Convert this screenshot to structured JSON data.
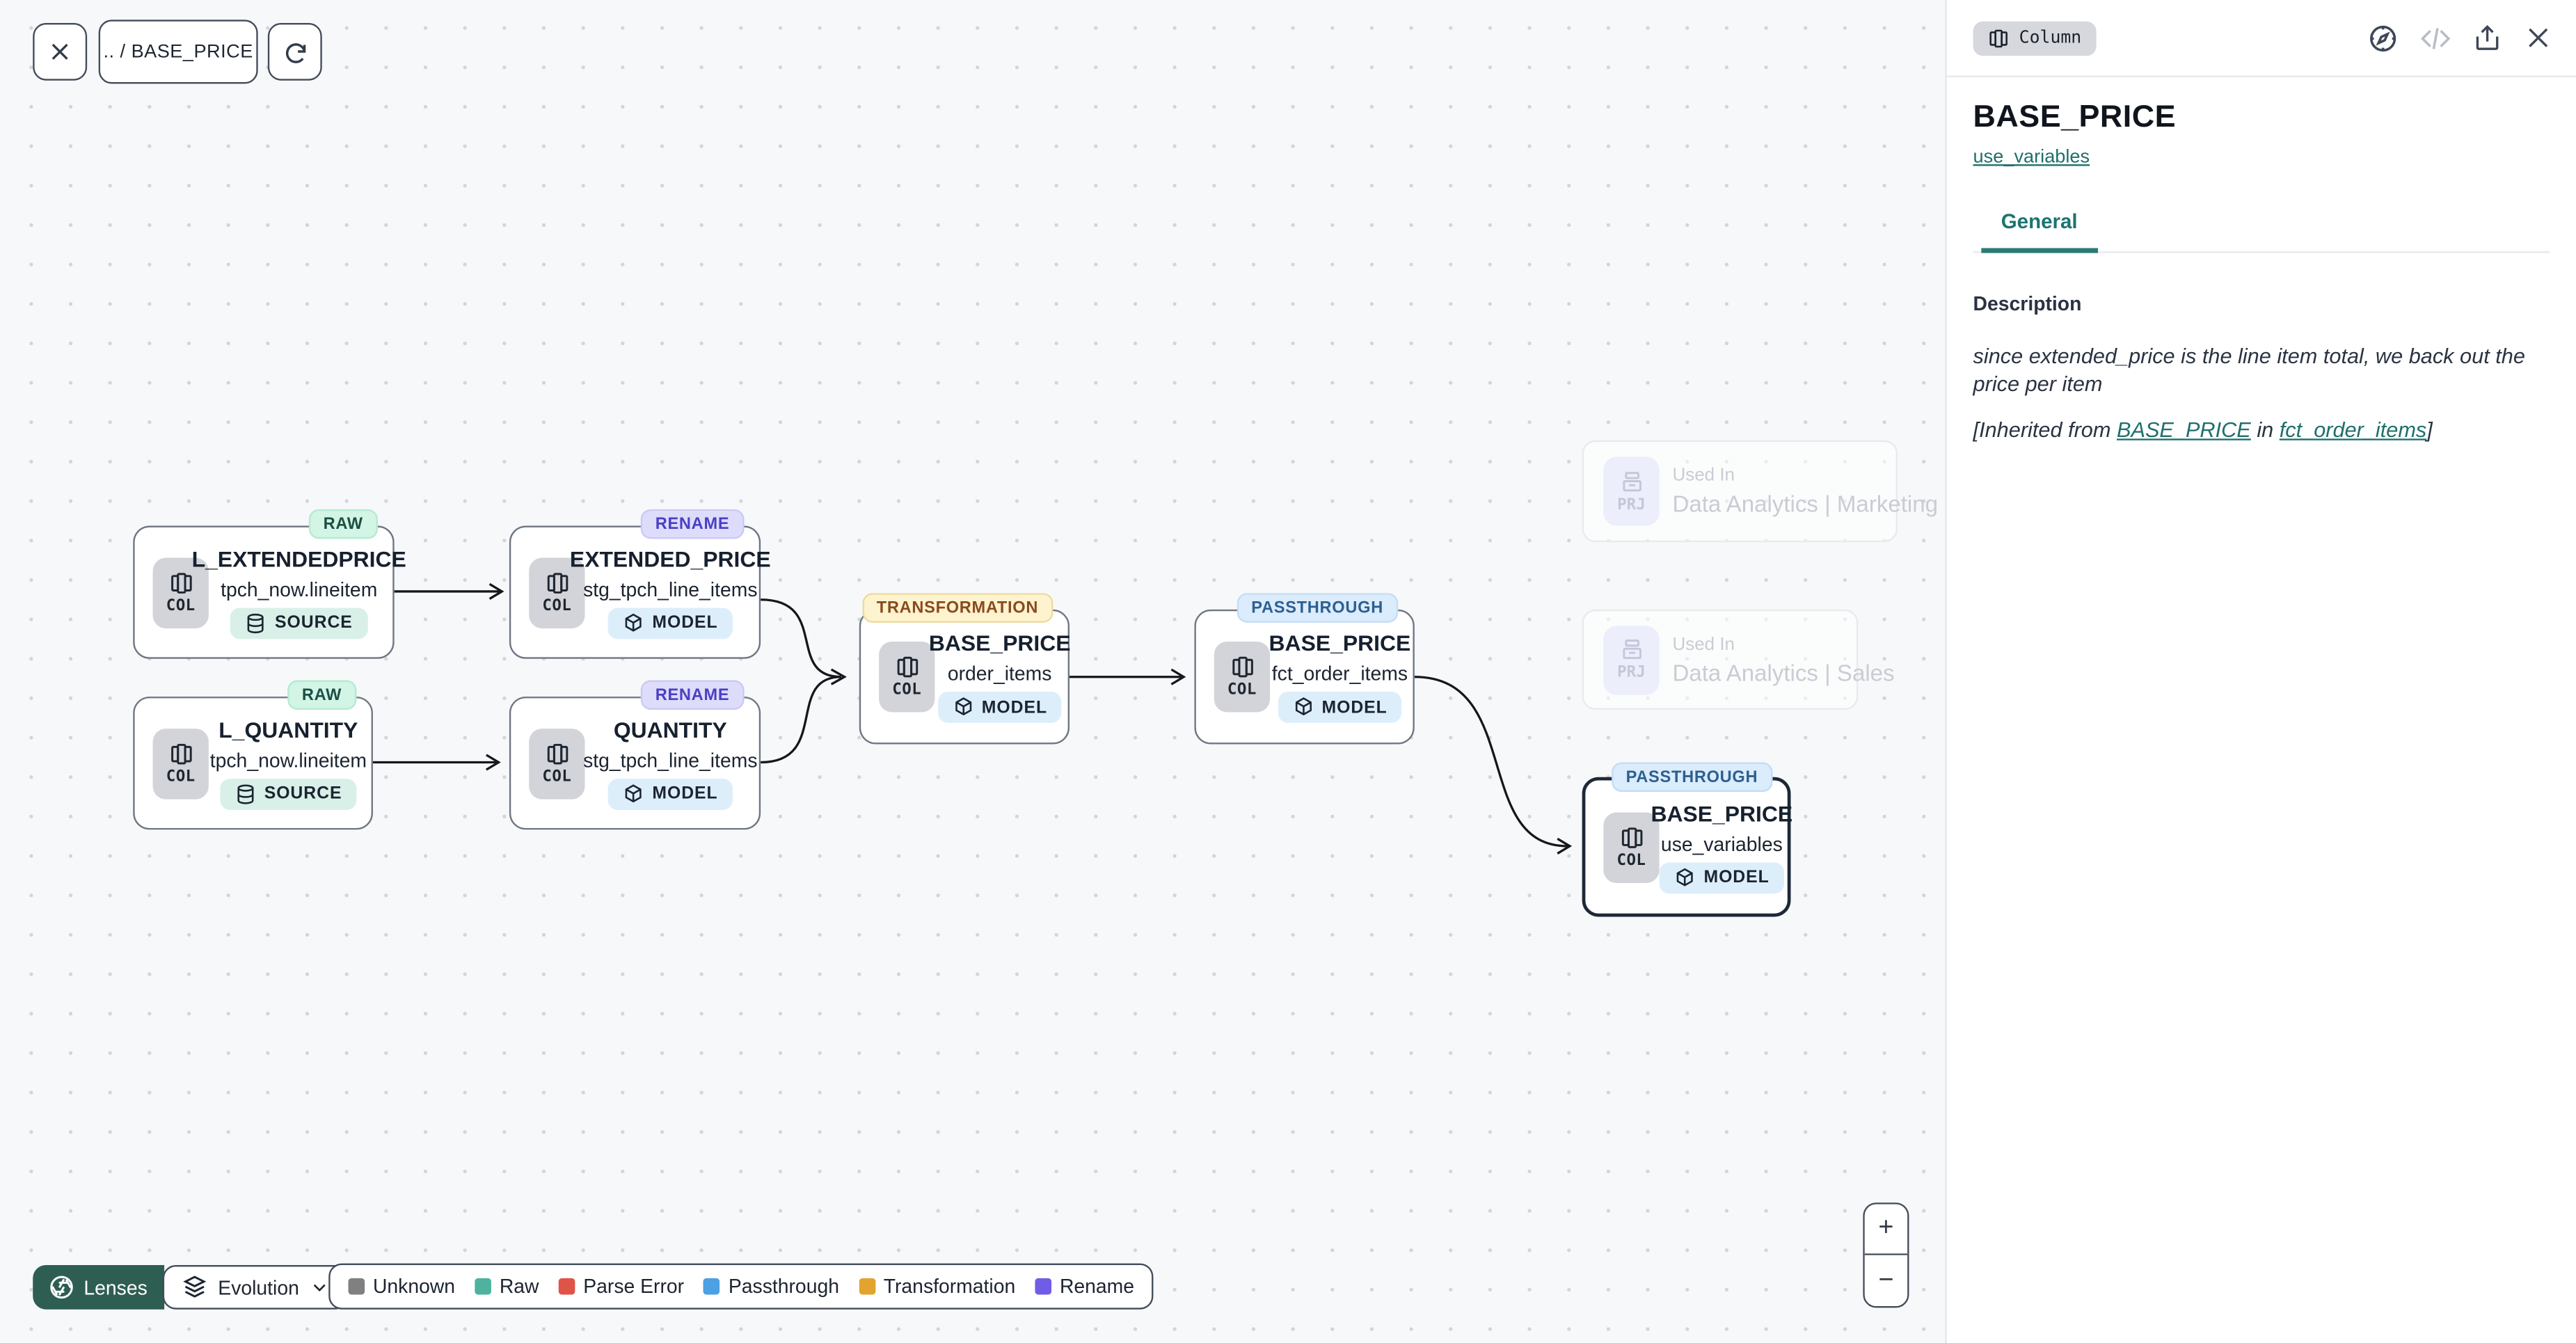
{
  "toolbar": {
    "breadcrumb": ".. / BASE_PRICE",
    "close_icon": "x-icon",
    "refresh_icon": "refresh-icon"
  },
  "canvas": {
    "nodes": [
      {
        "badge": "RAW",
        "title": "L_EXTENDEDPRICE",
        "subtitle": "tpch_now.lineitem",
        "type": "SOURCE",
        "kind": "COL"
      },
      {
        "badge": "RENAME",
        "title": "EXTENDED_PRICE",
        "subtitle": "stg_tpch_line_items",
        "type": "MODEL",
        "kind": "COL"
      },
      {
        "badge": "RAW",
        "title": "L_QUANTITY",
        "subtitle": "tpch_now.lineitem",
        "type": "SOURCE",
        "kind": "COL"
      },
      {
        "badge": "RENAME",
        "title": "QUANTITY",
        "subtitle": "stg_tpch_line_items",
        "type": "MODEL",
        "kind": "COL"
      },
      {
        "badge": "TRANSFORMATION",
        "title": "BASE_PRICE",
        "subtitle": "order_items",
        "type": "MODEL",
        "kind": "COL"
      },
      {
        "badge": "PASSTHROUGH",
        "title": "BASE_PRICE",
        "subtitle": "fct_order_items",
        "type": "MODEL",
        "kind": "COL"
      },
      {
        "badge": "PASSTHROUGH",
        "title": "BASE_PRICE",
        "subtitle": "use_variables",
        "type": "MODEL",
        "kind": "COL"
      }
    ],
    "ghosts": [
      {
        "label": "Used In",
        "name": "Data Analytics | Marketing",
        "kind": "PRJ"
      },
      {
        "label": "Used In",
        "name": "Data Analytics | Sales",
        "kind": "PRJ"
      }
    ]
  },
  "lenses": {
    "label": "Lenses",
    "selected": "Evolution"
  },
  "legend": {
    "items": [
      {
        "label": "Unknown",
        "color": "#808080"
      },
      {
        "label": "Raw",
        "color": "#4db39e"
      },
      {
        "label": "Parse Error",
        "color": "#e05348"
      },
      {
        "label": "Passthrough",
        "color": "#4ba1e4"
      },
      {
        "label": "Transformation",
        "color": "#e2a42f"
      },
      {
        "label": "Rename",
        "color": "#6f5ce7"
      }
    ]
  },
  "zoom_controls": {
    "zoom_in": "+",
    "zoom_out": "−"
  },
  "panel": {
    "type_badge": "Column",
    "title": "BASE_PRICE",
    "model_link": "use_variables",
    "tabs": [
      {
        "label": "General",
        "active": true
      }
    ],
    "description": {
      "heading": "Description",
      "body": "since extended_price is the line item total, we back out the price per item",
      "inherited_prefix": "[Inherited from ",
      "inherited_link1": "BASE_PRICE",
      "inherited_middle": " in ",
      "inherited_link2": "fct_order_items",
      "inherited_suffix": "]"
    }
  },
  "colors": {
    "accent_teal": "#1e6f6a",
    "lenses_green": "#2e5e52",
    "badge_raw_bg": "#d2f5e5",
    "badge_rename_bg": "#dedcfb",
    "badge_transformation_bg": "#fdf3cf",
    "badge_passthrough_bg": "#dbecfd",
    "canvas_bg": "#f7f8f9"
  }
}
